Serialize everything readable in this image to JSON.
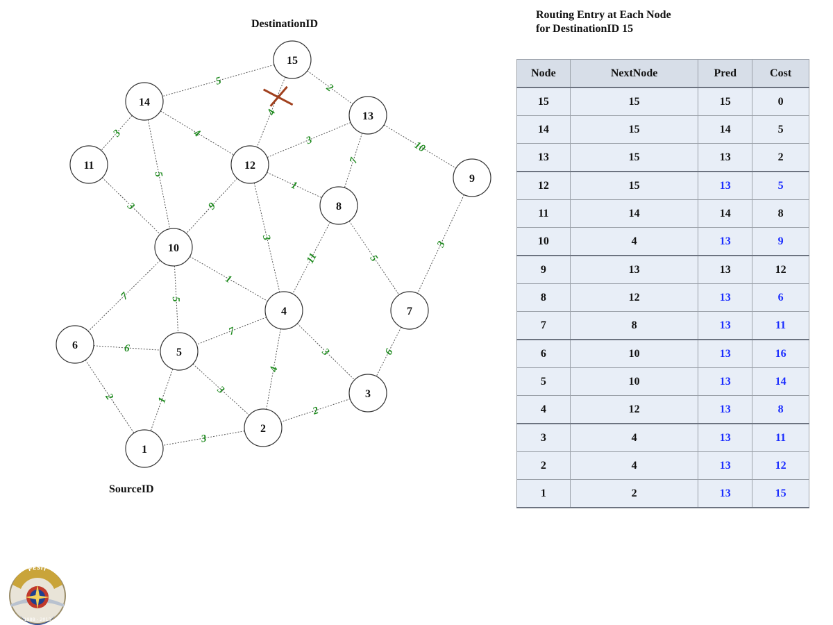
{
  "labels": {
    "destination": "DestinationID",
    "source": "SourceID"
  },
  "table_title": {
    "line1": "Routing Entry at Each Node",
    "line2": "for DestinationID 15"
  },
  "table": {
    "headers": [
      "Node",
      "NextNode",
      "Pred",
      "Cost"
    ],
    "rows": [
      {
        "node": "15",
        "next": "15",
        "pred": "15",
        "cost": "0",
        "changed": false
      },
      {
        "node": "14",
        "next": "15",
        "pred": "14",
        "cost": "5",
        "changed": false
      },
      {
        "node": "13",
        "next": "15",
        "pred": "13",
        "cost": "2",
        "changed": false
      },
      {
        "node": "12",
        "next": "15",
        "pred": "13",
        "cost": "5",
        "changed": true
      },
      {
        "node": "11",
        "next": "14",
        "pred": "14",
        "cost": "8",
        "changed": false
      },
      {
        "node": "10",
        "next": "4",
        "pred": "13",
        "cost": "9",
        "changed": true
      },
      {
        "node": "9",
        "next": "13",
        "pred": "13",
        "cost": "12",
        "changed": false
      },
      {
        "node": "8",
        "next": "12",
        "pred": "13",
        "cost": "6",
        "changed": true
      },
      {
        "node": "7",
        "next": "8",
        "pred": "13",
        "cost": "11",
        "changed": true
      },
      {
        "node": "6",
        "next": "10",
        "pred": "13",
        "cost": "16",
        "changed": true
      },
      {
        "node": "5",
        "next": "10",
        "pred": "13",
        "cost": "14",
        "changed": true
      },
      {
        "node": "4",
        "next": "12",
        "pred": "13",
        "cost": "8",
        "changed": true
      },
      {
        "node": "3",
        "next": "4",
        "pred": "13",
        "cost": "11",
        "changed": true
      },
      {
        "node": "2",
        "next": "4",
        "pred": "13",
        "cost": "12",
        "changed": true
      },
      {
        "node": "1",
        "next": "2",
        "pred": "13",
        "cost": "15",
        "changed": true
      }
    ]
  },
  "graph": {
    "nodes": [
      "15",
      "14",
      "13",
      "12",
      "11",
      "10",
      "9",
      "8",
      "7",
      "6",
      "5",
      "4",
      "3",
      "2",
      "1"
    ],
    "edges": [
      {
        "a": "15",
        "b": "14",
        "w": "5"
      },
      {
        "a": "15",
        "b": "13",
        "w": "2"
      },
      {
        "a": "15",
        "b": "12",
        "w": "4",
        "broken": true
      },
      {
        "a": "14",
        "b": "11",
        "w": "3"
      },
      {
        "a": "14",
        "b": "12",
        "w": "4"
      },
      {
        "a": "14",
        "b": "10",
        "w": "5"
      },
      {
        "a": "13",
        "b": "12",
        "w": "3"
      },
      {
        "a": "13",
        "b": "9",
        "w": "10"
      },
      {
        "a": "13",
        "b": "8",
        "w": "7"
      },
      {
        "a": "11",
        "b": "10",
        "w": "3"
      },
      {
        "a": "12",
        "b": "8",
        "w": "1"
      },
      {
        "a": "12",
        "b": "10",
        "w": "9"
      },
      {
        "a": "12",
        "b": "4",
        "w": "3"
      },
      {
        "a": "9",
        "b": "7",
        "w": "3"
      },
      {
        "a": "8",
        "b": "4",
        "w": "11"
      },
      {
        "a": "8",
        "b": "7",
        "w": "5"
      },
      {
        "a": "10",
        "b": "6",
        "w": "7"
      },
      {
        "a": "10",
        "b": "5",
        "w": "5"
      },
      {
        "a": "10",
        "b": "4",
        "w": "1"
      },
      {
        "a": "7",
        "b": "3",
        "w": "6"
      },
      {
        "a": "4",
        "b": "5",
        "w": "7"
      },
      {
        "a": "4",
        "b": "3",
        "w": "3"
      },
      {
        "a": "4",
        "b": "2",
        "w": "4"
      },
      {
        "a": "6",
        "b": "5",
        "w": "6"
      },
      {
        "a": "6",
        "b": "1",
        "w": "2"
      },
      {
        "a": "5",
        "b": "1",
        "w": "1"
      },
      {
        "a": "5",
        "b": "2",
        "w": "3"
      },
      {
        "a": "3",
        "b": "2",
        "w": "2"
      },
      {
        "a": "2",
        "b": "1",
        "w": "3"
      }
    ]
  },
  "colors": {
    "edge_weight": "#1e8a1e",
    "changed_value": "#1a2cff",
    "broken_mark": "#a0401e"
  },
  "logo": {
    "text_top": "PESIT",
    "text_bottom": "1988 - 2013"
  }
}
